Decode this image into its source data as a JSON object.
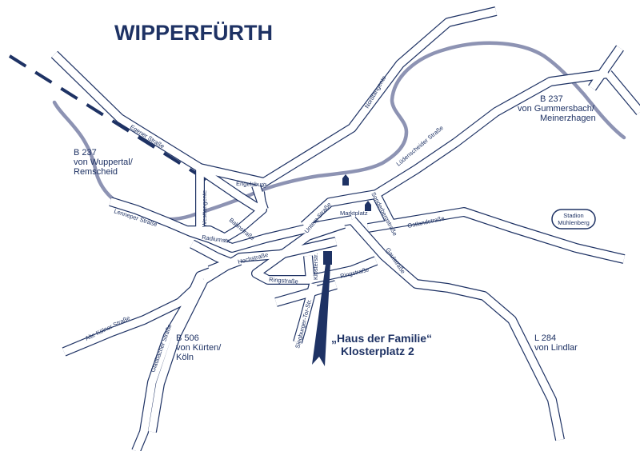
{
  "title": "WIPPERFÜRTH",
  "streets": {
    "egener": "Egener Straße",
    "nordtangente": "Nordtangente",
    "engelsburg": "Engelsburg",
    "westtangente": "Westtangente",
    "lenneper": "Lenneper Straße",
    "radiumstr": "Radiumstr.",
    "bahnstrasse": "Bahnstraße",
    "hochstrasse": "Hochstraße",
    "untere": "Untere Straße",
    "marktplatz": "Marktplatz",
    "sonderberg": "Sonderbergstraße",
    "luedenscheider": "Lüdenscheider Straße",
    "ostlandstrasse": "Ostlandstraße",
    "gaulstrasse": "Gaulstraße",
    "ringstrasse_a": "Ringstraße",
    "ringstrasse_b": "Ringstraße",
    "klosterstr": "Klosterstr.",
    "siegburger": "Siegburger-Tor-Str.",
    "alte_koelner": "Alte Kölner Straße",
    "gladbacher": "Gladbacher Straße"
  },
  "routes": {
    "b237_west_1": "B 237",
    "b237_west_2": "von Wuppertal/",
    "b237_west_3": "Remscheid",
    "b237_east_1": "B 237",
    "b237_east_2": "von Gummersbach/",
    "b237_east_3": "Meinerzhagen",
    "b506_1": "B 506",
    "b506_2": "von Kürten/",
    "b506_3": "Köln",
    "l284_1": "L 284",
    "l284_2": "von Lindlar"
  },
  "stadium": {
    "line1": "Stadion",
    "line2": "Mühlenberg"
  },
  "destination": {
    "line1": "„Haus der Familie“",
    "line2": "Klosterplatz 2"
  },
  "colors": {
    "road": "#1e3264",
    "river": "#8d93b3",
    "text": "#1e3264"
  },
  "icons": [
    "church-icon",
    "church-icon",
    "location-pointer-icon"
  ]
}
